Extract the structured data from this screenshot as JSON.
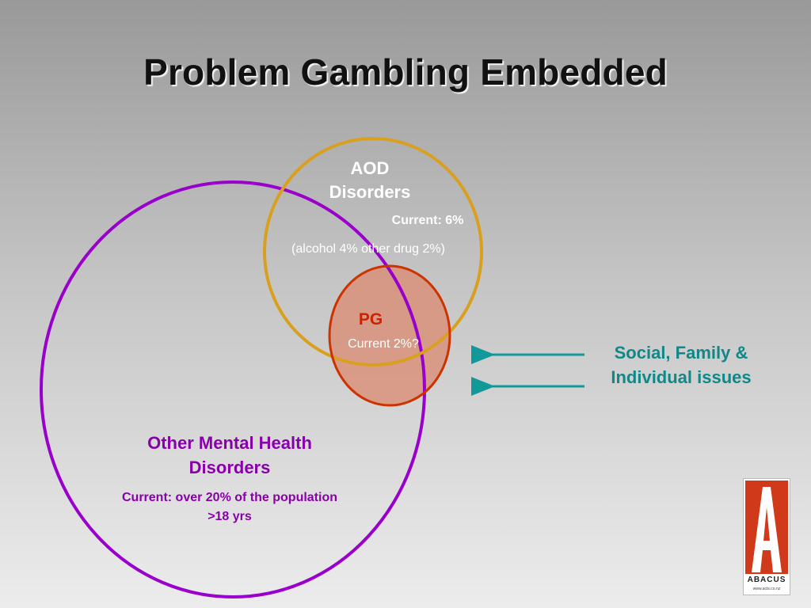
{
  "slide": {
    "title": "Problem Gambling Embedded"
  },
  "colors": {
    "aod_ring": "#d9a020",
    "mental_health_ring": "#9900cc",
    "pg_ring": "#cc3300",
    "pg_fill": "#d98a70",
    "arrow": "#119999"
  },
  "aod": {
    "title": "AOD Disorders",
    "current": "Current: 6%",
    "breakdown": "(alcohol 4% other drug 2%)"
  },
  "pg": {
    "title": "PG",
    "current": "Current 2%?"
  },
  "mental_health": {
    "title": "Other Mental Health Disorders",
    "current": "Current: over 20% of the population >18 yrs"
  },
  "social": {
    "text": "Social, Family & Individual issues",
    "arrow_icon": "left-arrow-icon"
  },
  "logo": {
    "letter": "A",
    "name": "ABACUS",
    "url": "www.acts.co.nz"
  }
}
